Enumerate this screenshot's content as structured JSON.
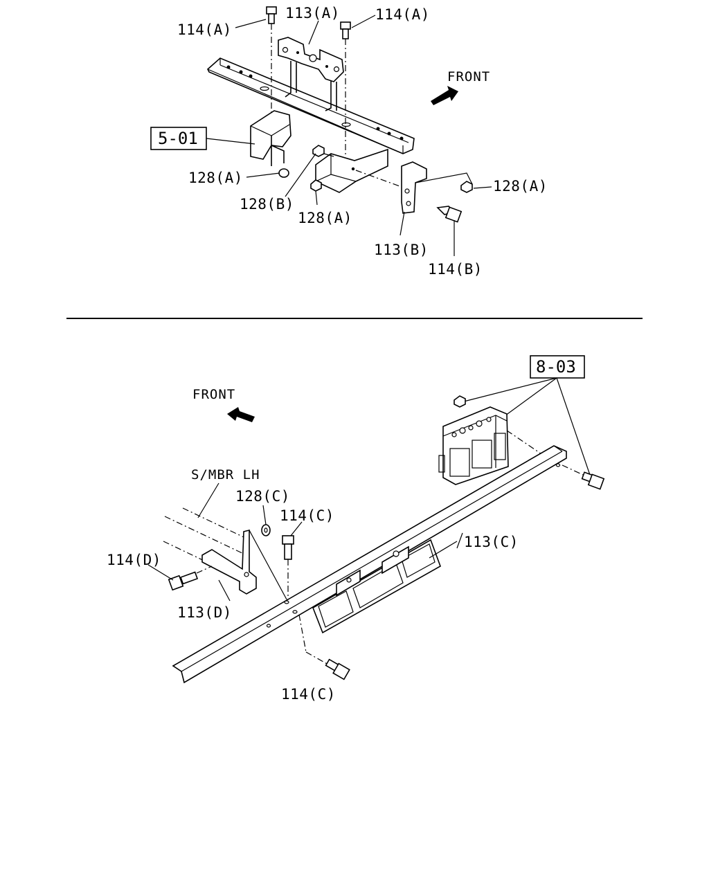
{
  "top_diagram": {
    "front_label": "FRONT",
    "ref_box": "5-01",
    "labels": {
      "bolt_a_left": "114(A)",
      "bracket_a": "113(A)",
      "bolt_a_right": "114(A)",
      "nut_a_left": "128(A)",
      "nut_b": "128(B)",
      "nut_a_center": "128(A)",
      "nut_a_right": "128(A)",
      "bracket_b": "113(B)",
      "bolt_b": "114(B)"
    }
  },
  "bottom_diagram": {
    "front_label": "FRONT",
    "ref_box": "8-03",
    "member_label": "S/MBR LH",
    "labels": {
      "washer_c": "128(C)",
      "bolt_c_top": "114(C)",
      "bolt_d": "114(D)",
      "bracket_d": "113(D)",
      "bracket_c": "113(C)",
      "bolt_c_bottom": "114(C)"
    }
  },
  "colors": {
    "line": "#000000",
    "background": "#ffffff"
  }
}
